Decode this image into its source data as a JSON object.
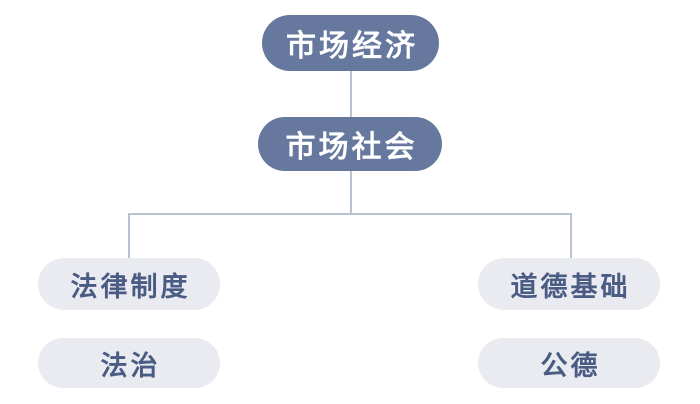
{
  "diagram": {
    "type": "hierarchy",
    "background": "#ffffff",
    "colors": {
      "primary_node_bg": "#66789e",
      "primary_node_text": "#ffffff",
      "secondary_node_bg": "#e9ebf1",
      "secondary_node_text": "#4a5b84",
      "connector": "#b9c3d1",
      "background": "#ffffff"
    },
    "nodes": {
      "root": {
        "label": "市场经济",
        "style": "primary"
      },
      "level2": {
        "label": "市场社会",
        "style": "primary",
        "parent": "root"
      },
      "branch_left": {
        "label": "法律制度",
        "style": "secondary",
        "parent": "level2"
      },
      "branch_right": {
        "label": "道德基础",
        "style": "secondary",
        "parent": "level2"
      },
      "leaf_left": {
        "label": "法治",
        "style": "secondary",
        "below": "branch_left"
      },
      "leaf_right": {
        "label": "公德",
        "style": "secondary",
        "below": "branch_right"
      }
    },
    "edges": [
      {
        "from": "root",
        "to": "level2"
      },
      {
        "from": "level2",
        "to": "branch_left"
      },
      {
        "from": "level2",
        "to": "branch_right"
      }
    ]
  }
}
